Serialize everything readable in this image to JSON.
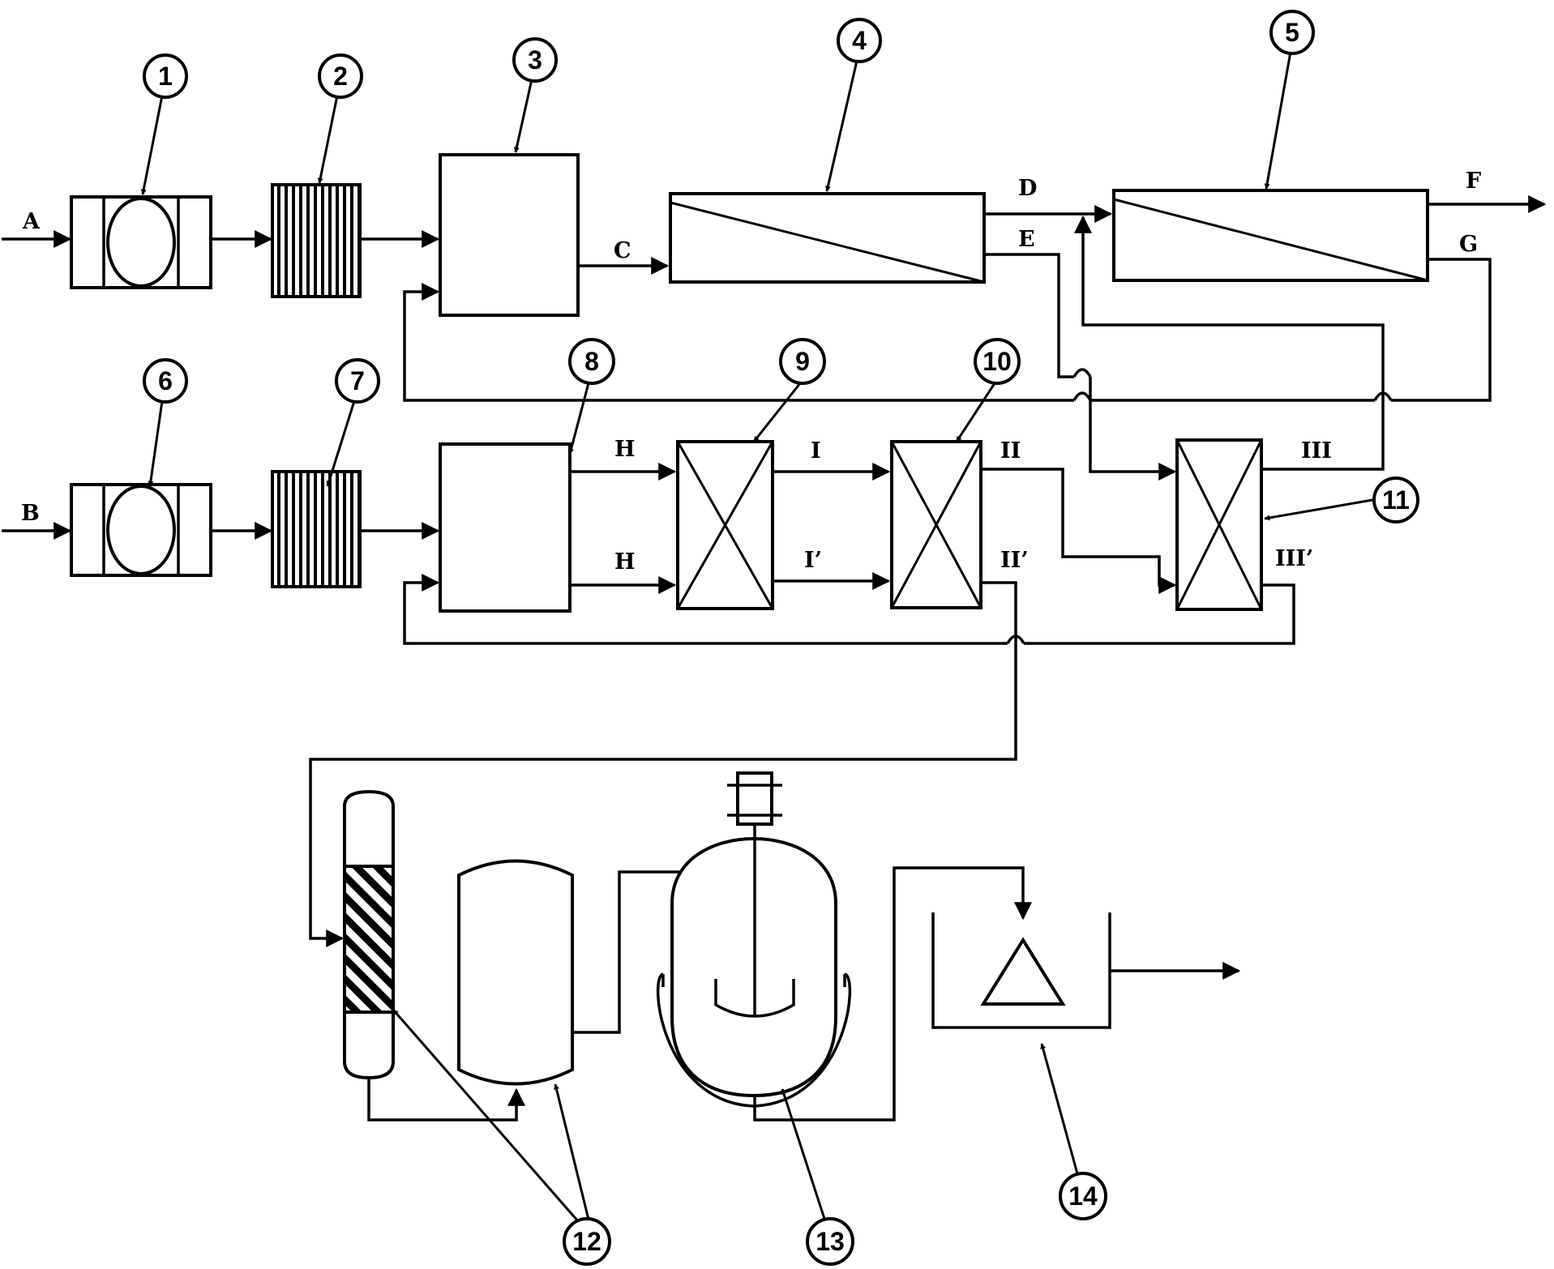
{
  "streams": {
    "A": "A",
    "B": "B",
    "C": "C",
    "D": "D",
    "E": "E",
    "F": "F",
    "G": "G",
    "H_top": "H",
    "H_bottom": "H",
    "I": "I",
    "I_prime": "I’",
    "II": "II",
    "II_prime": "II’",
    "III": "III",
    "III_prime": "III’"
  },
  "callouts": [
    "1",
    "2",
    "3",
    "4",
    "5",
    "6",
    "7",
    "8",
    "9",
    "10",
    "11",
    "12",
    "13",
    "14"
  ],
  "colors": {
    "line": "#000000",
    "background": "#ffffff"
  }
}
